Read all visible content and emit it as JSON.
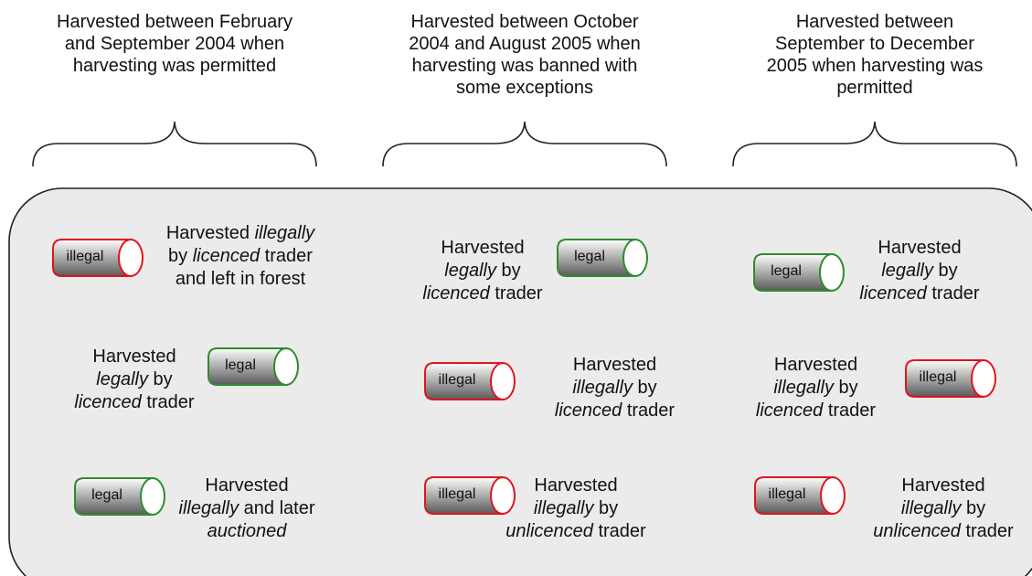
{
  "periods": [
    {
      "lines": [
        "Harvested between February",
        "and September 2004 when",
        "harvesting was permitted"
      ]
    },
    {
      "lines": [
        "Harvested between October",
        "2004 and August 2005 when",
        "harvesting was banned with",
        "some exceptions"
      ]
    },
    {
      "lines": [
        "Harvested between",
        "September to December",
        "2005 when harvesting was",
        "permitted"
      ]
    }
  ],
  "colors": {
    "legal": "#2e8b2e",
    "illegal": "#e0141e",
    "panel_fill": "#ebebeb",
    "panel_stroke": "#222222"
  },
  "logs": [
    {
      "status": "illegal",
      "label": "illegal",
      "desc": [
        [
          [
            "Harvested ",
            ""
          ],
          [
            "illegally",
            "i"
          ]
        ],
        [
          [
            "by ",
            ""
          ],
          [
            "licenced",
            "i"
          ],
          [
            " trader",
            ""
          ]
        ],
        [
          [
            "and left in forest",
            ""
          ]
        ]
      ]
    },
    {
      "status": "legal",
      "label": "legal",
      "desc": [
        [
          [
            "Harvested",
            ""
          ]
        ],
        [
          [
            "legally",
            "i"
          ],
          [
            " by",
            ""
          ]
        ],
        [
          [
            "licenced",
            "i"
          ],
          [
            " trader",
            ""
          ]
        ]
      ]
    },
    {
      "status": "legal",
      "label": "legal",
      "desc": [
        [
          [
            "Harvested",
            ""
          ]
        ],
        [
          [
            "illegally",
            "i"
          ],
          [
            " and later",
            ""
          ]
        ],
        [
          [
            "auctioned",
            "i"
          ]
        ]
      ]
    },
    {
      "status": "legal",
      "label": "legal",
      "desc": [
        [
          [
            "Harvested",
            ""
          ]
        ],
        [
          [
            "legally",
            "i"
          ],
          [
            " by",
            ""
          ]
        ],
        [
          [
            "licenced",
            "i"
          ],
          [
            " trader",
            ""
          ]
        ]
      ]
    },
    {
      "status": "illegal",
      "label": "illegal",
      "desc": [
        [
          [
            "Harvested",
            ""
          ]
        ],
        [
          [
            "illegally",
            "i"
          ],
          [
            " by",
            ""
          ]
        ],
        [
          [
            "licenced",
            "i"
          ],
          [
            " trader",
            ""
          ]
        ]
      ]
    },
    {
      "status": "illegal",
      "label": "illegal",
      "desc": [
        [
          [
            "Harvested",
            ""
          ]
        ],
        [
          [
            "illegally",
            "i"
          ],
          [
            " by",
            ""
          ]
        ],
        [
          [
            "unlicenced",
            "i"
          ],
          [
            " trader",
            ""
          ]
        ]
      ]
    },
    {
      "status": "legal",
      "label": "legal",
      "desc": [
        [
          [
            "Harvested",
            ""
          ]
        ],
        [
          [
            "legally",
            "i"
          ],
          [
            " by",
            ""
          ]
        ],
        [
          [
            "licenced",
            "i"
          ],
          [
            " trader",
            ""
          ]
        ]
      ]
    },
    {
      "status": "illegal",
      "label": "illegal",
      "desc": [
        [
          [
            "Harvested",
            ""
          ]
        ],
        [
          [
            "illegally",
            "i"
          ],
          [
            " by",
            ""
          ]
        ],
        [
          [
            "licenced",
            "i"
          ],
          [
            " trader",
            ""
          ]
        ]
      ]
    },
    {
      "status": "illegal",
      "label": "illegal",
      "desc": [
        [
          [
            "Harvested",
            ""
          ]
        ],
        [
          [
            "illegally",
            "i"
          ],
          [
            " by",
            ""
          ]
        ],
        [
          [
            "unlicenced",
            "i"
          ],
          [
            " trader",
            ""
          ]
        ]
      ]
    }
  ]
}
